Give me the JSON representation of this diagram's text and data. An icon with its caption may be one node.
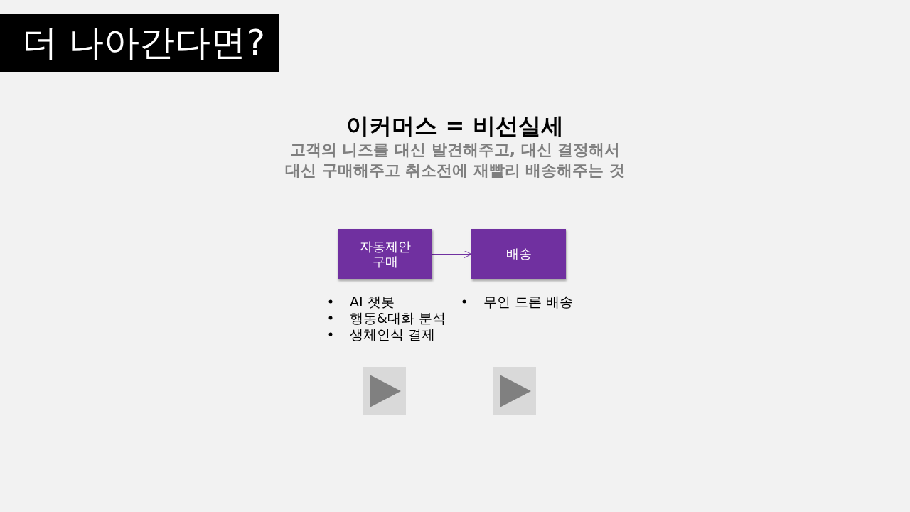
{
  "diagram": {
    "title": "더 나아간다면?",
    "nodes": [
      {
        "text": [
          "자동제안 구매"
        ]
      },
      {
        "text": [
          "배송"
        ]
      }
    ],
    "edges": [
      {
        "from": 0,
        "to": 1,
        "arrow": "to"
      }
    ],
    "labels": [
      "이커머스 = 비선실세",
      "고객의 니즈를 대신 발견해주고, 대신 결정해서 대신 구매해주고 취소전에 재빨리 배송해주는 것",
      "AI 챗봇",
      "무인 드론 배송",
      "행동&대화 분석",
      "생체인식 결제"
    ]
  }
}
